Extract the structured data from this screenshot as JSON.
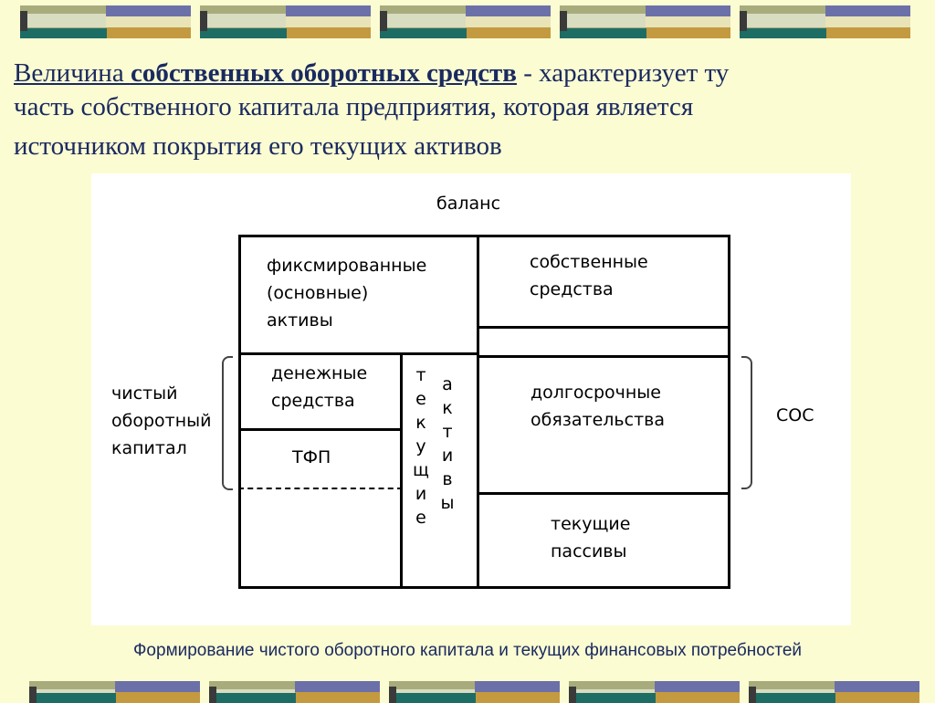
{
  "heading": {
    "part1": "Величина ",
    "highlight": "собственных оборотных средств",
    "part2": " - характеризует ту",
    "line2": "часть собственного капитала предприятия, которая является",
    "line3": "источником покрытия его текущих активов"
  },
  "diagram": {
    "title": "баланс",
    "fixed_assets": "фиксмированные\n(основные)\nактивы",
    "own_funds": "собственные\nсредства",
    "cash": "денежные\nсредства",
    "tfp": "ТФП",
    "current_vertical": [
      "т",
      "е",
      "к",
      "у",
      "щ",
      "и",
      "е"
    ],
    "assets_vertical": [
      "а",
      "к",
      "т",
      "и",
      "в",
      "ы"
    ],
    "long_term": "долгосрочные\nобязательства",
    "current_liabilities": "текущие\nпассивы",
    "net_working_capital": "чистый\nоборотный\nкапитал",
    "sos": "СОС"
  },
  "caption": "Формирование чистого оборотного капитала и текущих финансовых потребностей",
  "colors": {
    "background": "#fcfcd2",
    "heading": "#1a2a60",
    "teal": "#1e6d64",
    "purple": "#6c70a8",
    "gold": "#c49a40"
  }
}
